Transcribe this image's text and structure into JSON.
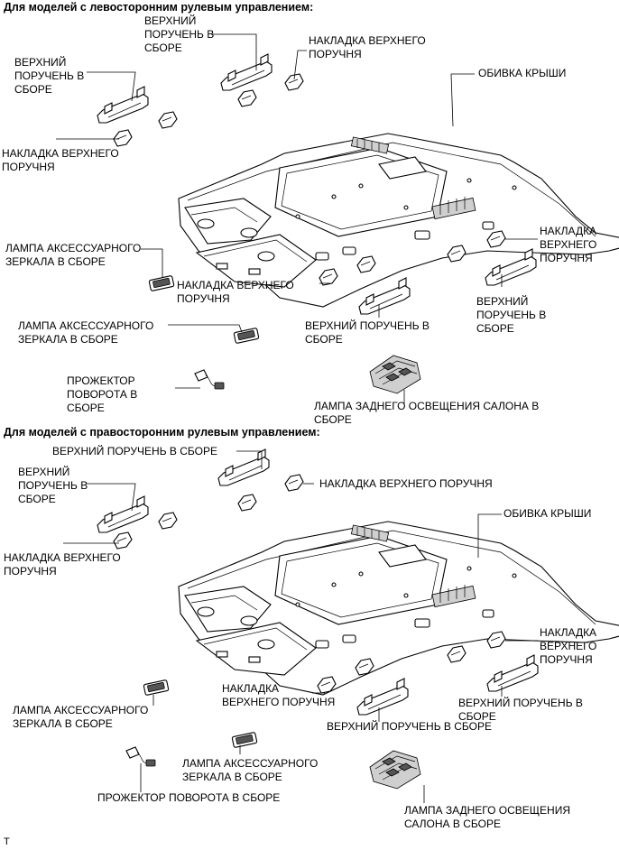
{
  "section_lhd": {
    "heading": "Для моделей с левосторонним рулевым управлением:",
    "labels": {
      "upper_grip_top": "ВЕРХНИЙ\nПОРУЧЕНЬ В\nСБОРЕ",
      "upper_grip_left": "ВЕРХНИЙ\nПОРУЧЕНЬ В\nСБОРЕ",
      "grip_cover_top": "НАКЛАДКА ВЕРХНЕГО\nПОРУЧНЯ",
      "roof_headlining": "ОБИВКА КРЫШИ",
      "grip_cover_left": "НАКЛАДКА ВЕРХНЕГО\nПОРУЧНЯ",
      "vanity_lamp_1": "ЛАМПА АКСЕССУАРНОГО\nЗЕРКАЛА В СБОРЕ",
      "grip_cover_center": "НАКЛАДКА ВЕРХНЕГО\nПОРУЧНЯ",
      "grip_cover_right": "НАКЛАДКА\nВЕРХНЕГО\nПОРУЧНЯ",
      "upper_grip_right": "ВЕРХНИЙ\nПОРУЧЕНЬ В\nСБОРЕ",
      "vanity_lamp_2": "ЛАМПА АКСЕССУАРНОГО\nЗЕРКАЛА В СБОРЕ",
      "upper_grip_center": "ВЕРХНИЙ ПОРУЧЕНЬ В\nСБОРЕ",
      "spot_lamp": "ПРОЖЕКТОР\nПОВОРОТА В\nСБОРЕ",
      "rear_room_lamp": "ЛАМПА ЗАДНЕГО ОСВЕЩЕНИЯ САЛОНА В\nСБОРЕ"
    }
  },
  "section_rhd": {
    "heading": "Для моделей с правосторонним рулевым управлением:",
    "labels": {
      "upper_grip_top": "ВЕРХНИЙ ПОРУЧЕНЬ В СБОРЕ",
      "upper_grip_left": "ВЕРХНИЙ\nПОРУЧЕНЬ В\nСБОРЕ",
      "grip_cover_top": "НАКЛАДКА ВЕРХНЕГО ПОРУЧНЯ",
      "roof_headlining": "ОБИВКА КРЫШИ",
      "grip_cover_left": "НАКЛАДКА ВЕРХНЕГО\nПОРУЧНЯ",
      "grip_cover_right": "НАКЛАДКА\nВЕРХНЕГО\nПОРУЧНЯ",
      "grip_cover_center": "НАКЛАДКА\nВЕРХНЕГО ПОРУЧНЯ",
      "upper_grip_right": "ВЕРХНИЙ ПОРУЧЕНЬ В\nСБОРЕ",
      "vanity_lamp_1": "ЛАМПА АКСЕССУАРНОГО\nЗЕРКАЛА В СБОРЕ",
      "upper_grip_center": "ВЕРХНИЙ ПОРУЧЕНЬ В СБОРЕ",
      "vanity_lamp_2": "ЛАМПА АКСЕССУАРНОГО\nЗЕРКАЛА В СБОРЕ",
      "spot_lamp": "ПРОЖЕКТОР ПОВОРОТА В СБОРЕ",
      "rear_room_lamp": "ЛАМПА ЗАДНЕГО ОСВЕЩЕНИЯ\nСАЛОНА В СБОРЕ"
    }
  },
  "footer_code": "T"
}
